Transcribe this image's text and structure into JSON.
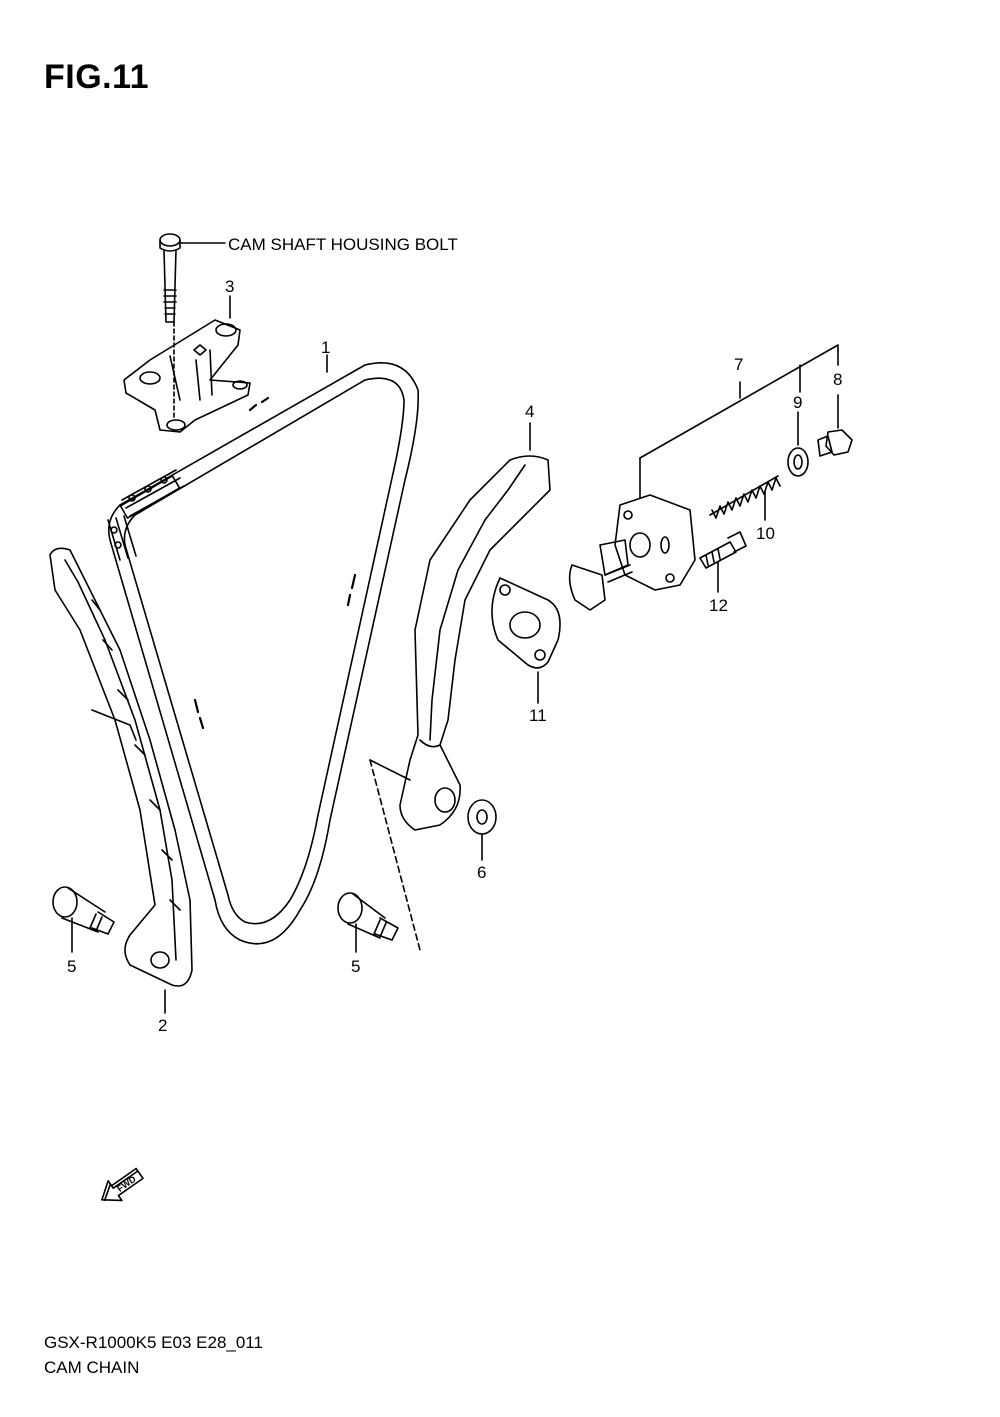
{
  "figure": {
    "title": "FIG.11",
    "code": "GSX-R1000K5 E03 E28_011",
    "subtitle": "CAM CHAIN"
  },
  "callouts": {
    "p1": "1",
    "p2": "2",
    "p3": "3",
    "p4": "4",
    "p5a": "5",
    "p5b": "5",
    "p6": "6",
    "p7": "7",
    "p8": "8",
    "p9": "9",
    "p10": "10",
    "p11": "11",
    "p12": "12",
    "cam_bolt": "CAM SHAFT HOUSING BOLT"
  },
  "fwd_arrow": {
    "label": "FWD",
    "icon": "forward-arrow-icon"
  }
}
